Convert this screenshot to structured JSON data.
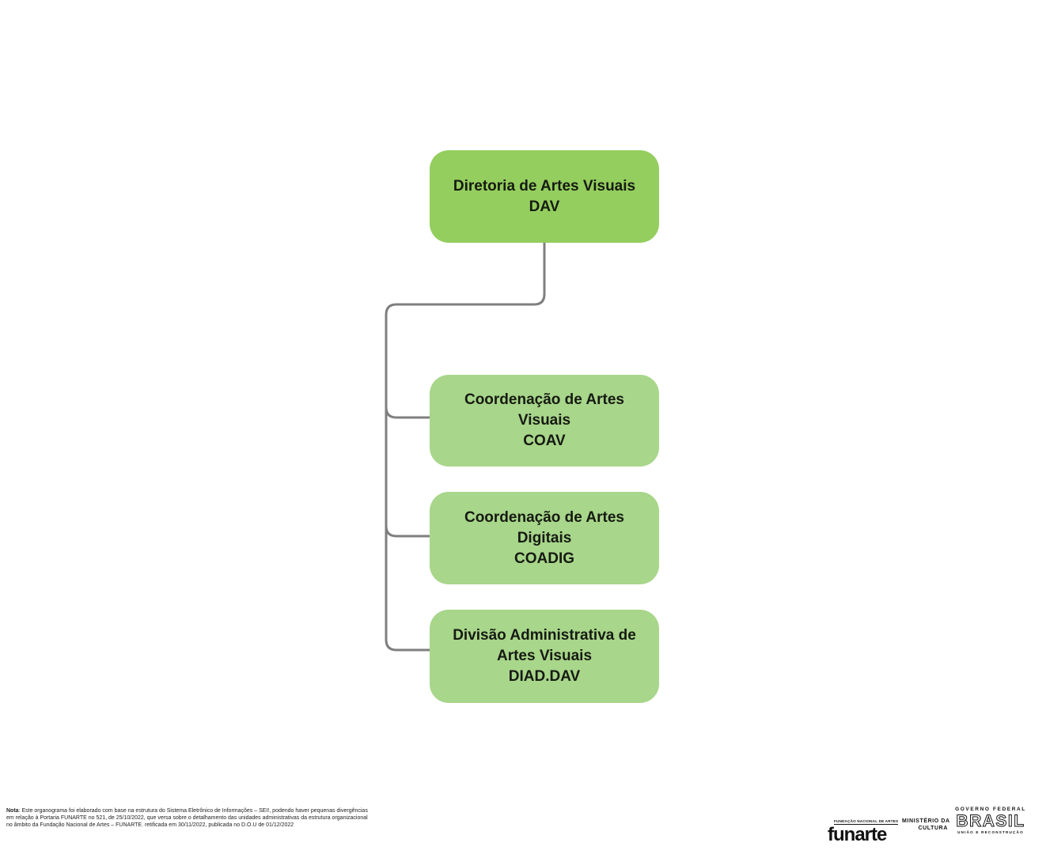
{
  "org": {
    "nodes": [
      {
        "title": "Diretoria de Artes Visuais",
        "acronym": "DAV"
      },
      {
        "title": "Coordenação de Artes Visuais",
        "acronym": "COAV"
      },
      {
        "title": "Coordenação de Artes Digitais",
        "acronym": "COADIG"
      },
      {
        "title": "Divisão Administrativa de Artes Visuais",
        "acronym": "DIAD.DAV"
      }
    ],
    "colors": {
      "root_fill": "#94CE5E",
      "child_fill": "#A8D68A",
      "connector": "#7F7F7F",
      "text": "#161A12"
    }
  },
  "footer": {
    "note_label": "Nota",
    "note_text": ": Este organograma foi elaborado com base na estrutura do Sistema Eletrônico de Informações – SEI!, podendo haver pequenas divergências em relação à Portaria FUNARTE no 521, de 25/10/2022, que versa sobre o detalhamento das unidades administrativas da estrutura organizacional no âmbito da Fundação Nacional de Artes – FUNARTE. retificada em 30/11/2022, publicada no D.O.U de 01/12/2022"
  },
  "logos": {
    "funarte": {
      "top_text": "FUNDAÇÃO NACIONAL DE ARTES",
      "wordmark": "funarte"
    },
    "ministerio": {
      "line1": "MINISTÉRIO DA",
      "line2": "CULTURA"
    },
    "governo": {
      "top": "GOVERNO FEDERAL",
      "wordmark": "BRASIL",
      "bottom": "UNIÃO E RECONSTRUÇÃO"
    }
  }
}
